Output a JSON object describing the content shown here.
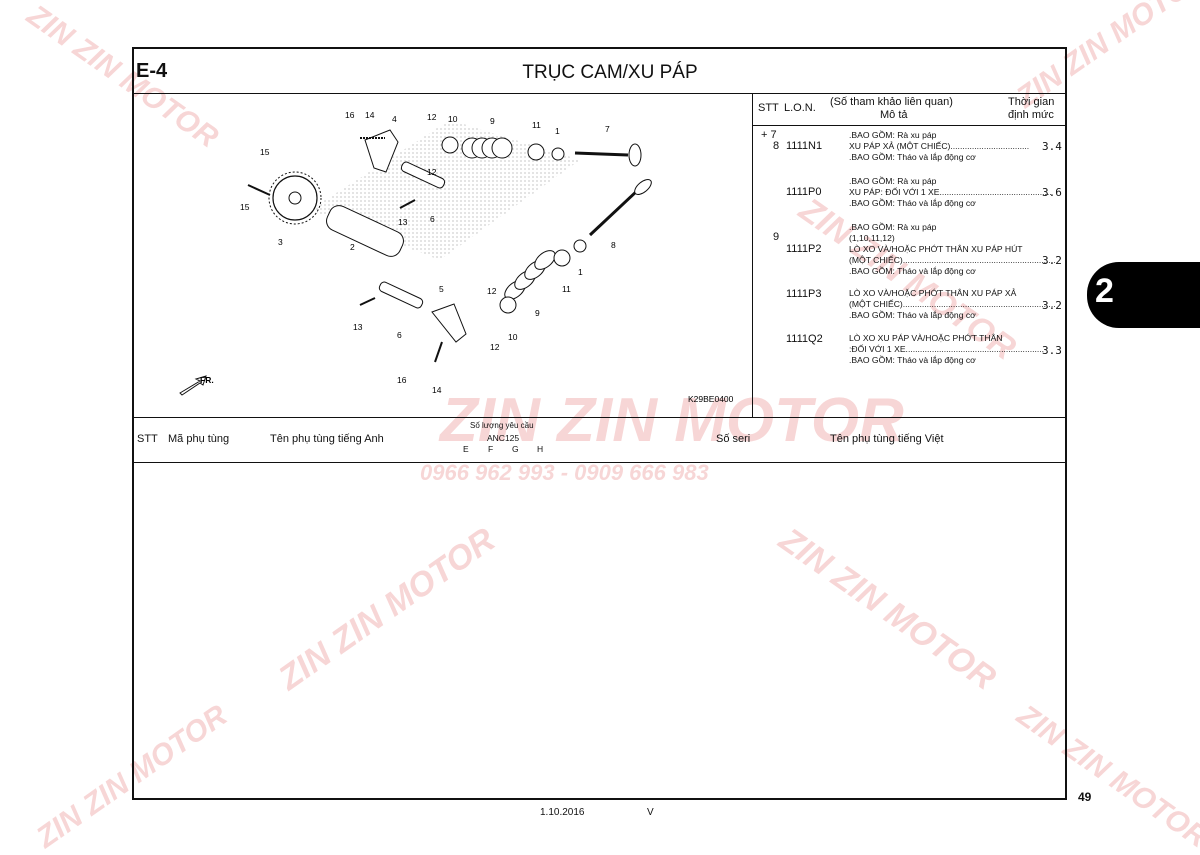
{
  "header": {
    "section_code": "E-4",
    "title": "TRỤC CAM/XU PÁP"
  },
  "ref_table": {
    "headers": {
      "stt": "STT",
      "lon": "L.O.N.",
      "desc_line1": "(Số tham khảo liên quan)",
      "desc_line2": "Mô tả",
      "time_line1": "Thời gian",
      "time_line2": "định mức"
    },
    "rows": [
      {
        "stt": "+ 7",
        "stt2": "8",
        "code": "1111N1",
        "lines": [
          ".BAO GỒM: Rà xu páp",
          "XU PÁP XẢ (MỘT CHIẾC).................................",
          ".BAO GỒM: Tháo và lắp động cơ"
        ],
        "time": "3.4"
      },
      {
        "stt": "",
        "stt2": "",
        "code": "1111P0",
        "lines": [
          ".BAO GỒM: Rà xu páp",
          "XU PÁP: ĐỐI VỚI 1 XE...............................................",
          ".BAO GỒM: Tháo và lắp động cơ"
        ],
        "time": "3.6"
      },
      {
        "stt": "9",
        "stt2": "",
        "code": "1111P2",
        "lines": [
          ".BAO GỒM: Rà xu páp",
          "(1,10,11,12)",
          "LÒ XO VÀ/HOẶC PHỚT THÂN XU PÁP HÚT",
          "(MỘT CHIẾC)................................................................",
          ".BAO GỒM: Tháo và lắp động cơ"
        ],
        "time": "3.2"
      },
      {
        "stt": "",
        "stt2": "",
        "code": "1111P3",
        "lines": [
          "LÒ XO VÀ/HOẶC PHỚT THÂN XU PÁP XẢ",
          "(MỘT CHIẾC)................................................................",
          ".BAO GỒM: Tháo và lắp động cơ"
        ],
        "time": "3.2"
      },
      {
        "stt": "",
        "stt2": "",
        "code": "1111Q2",
        "lines": [
          "LÒ XO XU PÁP VÀ/HOẶC PHỚT THÂN",
          ":ĐỐI VỚI 1 XE..........................................................",
          ".BAO GỒM: Tháo và lắp động cơ"
        ],
        "time": "3.3"
      }
    ]
  },
  "diagram": {
    "figure_code": "K29BE0400",
    "fr_label": "FR.",
    "callouts": [
      "16",
      "14",
      "4",
      "12",
      "10",
      "9",
      "11",
      "1",
      "7",
      "15",
      "15",
      "3",
      "2",
      "13",
      "6",
      "12",
      "8",
      "1",
      "11",
      "9",
      "10",
      "12",
      "12",
      "5",
      "13",
      "6",
      "16",
      "14"
    ]
  },
  "parts_table": {
    "qty_label": "Số lượng yêu cầu",
    "model": "ANC125",
    "variants": [
      "E",
      "F",
      "G",
      "H"
    ],
    "columns": {
      "stt": "STT",
      "part_no": "Mã phụ tùng",
      "name_en": "Tên phụ tùng tiếng Anh",
      "serial": "Số seri",
      "name_vn": "Tên phụ tùng tiếng Việt"
    }
  },
  "side_tab": {
    "label": "2"
  },
  "page_number": "49",
  "footer": {
    "date": "1.10.2016",
    "version": "V"
  },
  "watermark": {
    "brand": "ZIN ZIN MOTOR",
    "phone": "0966 962 993 - 0909 666 983"
  },
  "colors": {
    "ink": "#111111",
    "watermark": "#dc4646",
    "tab": "#000000"
  }
}
